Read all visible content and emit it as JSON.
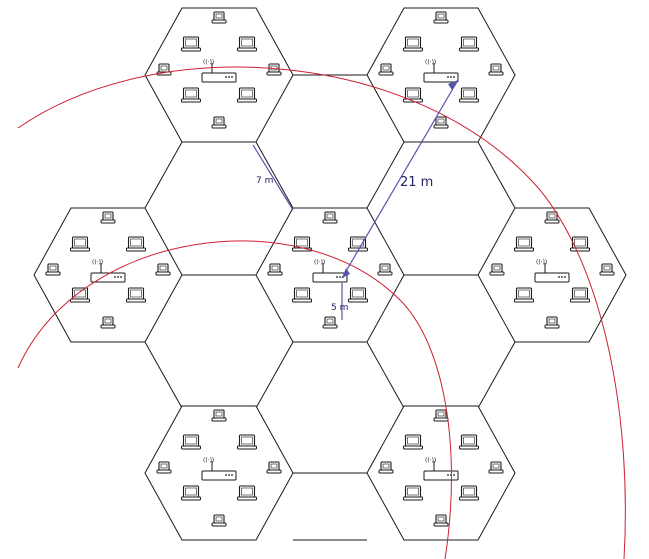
{
  "measurements": {
    "hex_gap_label": "7 m",
    "router_distance_label": "21 m",
    "laptop_distance_label": "5 m"
  },
  "router": {
    "signal_glyph": "((·))"
  },
  "colors": {
    "range_arc": "#cc2233",
    "measure_line": "#5555aa",
    "outline": "#1a1a1a"
  },
  "cells": [
    {
      "id": "top-left"
    },
    {
      "id": "top-right"
    },
    {
      "id": "middle-left"
    },
    {
      "id": "center"
    },
    {
      "id": "middle-right"
    },
    {
      "id": "bottom-left"
    },
    {
      "id": "bottom-right"
    }
  ]
}
